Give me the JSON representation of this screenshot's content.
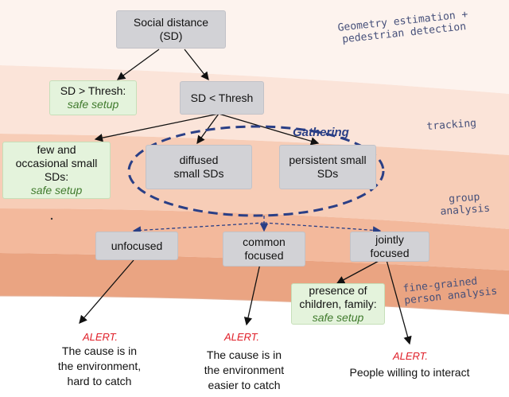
{
  "bands": {
    "geometry": "Geometry estimation +",
    "geometry_line2": "pedestrian detection",
    "tracking": "tracking",
    "group": "group",
    "group_line2": "analysis",
    "fine": "fine-grained",
    "fine_line2": "person analysis"
  },
  "nodes": {
    "social_distance": {
      "line1": "Social distance",
      "line2": "(SD)"
    },
    "sd_greater": {
      "line1": "SD > Thresh:",
      "line2": "safe setup"
    },
    "sd_less": {
      "line1": "SD < Thresh"
    },
    "few_small": {
      "line1": "few and",
      "line2": "occasional small",
      "line3": "SDs:",
      "line4": "safe setup"
    },
    "diffused": {
      "line1": "diffused",
      "line2": "small SDs"
    },
    "persistent": {
      "line1": "persistent small",
      "line2": "SDs"
    },
    "unfocused": {
      "line1": "unfocused"
    },
    "common": {
      "line1": "common",
      "line2": "focused"
    },
    "jointly": {
      "line1": "jointly",
      "line2": "focused"
    },
    "presence": {
      "line1": "presence of",
      "line2": "children, family:",
      "line3": "safe setup"
    }
  },
  "gathering_label": "Gathering",
  "outcomes": {
    "o1": {
      "alert": "ALERT.",
      "line1": "The cause is in",
      "line2": "the environment,",
      "line3": "hard to catch"
    },
    "o2": {
      "alert": "ALERT.",
      "line1": "The cause is in",
      "line2": "the environment",
      "line3": "easier to catch"
    },
    "o3": {
      "alert": "ALERT.",
      "line1": "People willing to interact"
    }
  },
  "colors": {
    "band_top": "#fbe9e1",
    "band_mid": "#f8d4c2",
    "band_low": "#f3b79a",
    "band_bottom": "#e59a76",
    "gathering": "#2a3f86",
    "alert": "#e0202a",
    "safe": "#3f7a2c"
  }
}
